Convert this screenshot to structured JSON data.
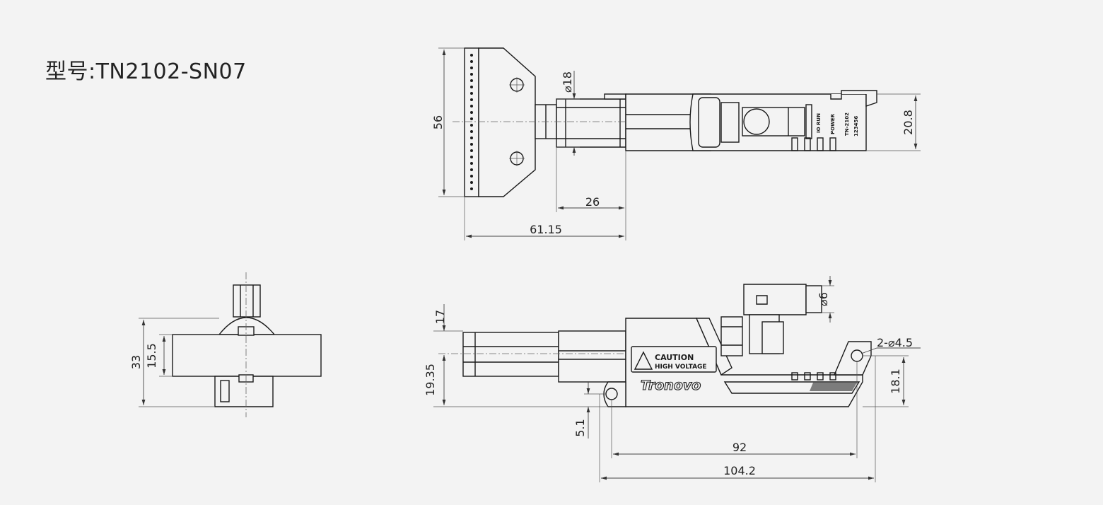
{
  "title": "型号:TN2102-SN07",
  "dimensions": {
    "top_height": "56",
    "top_diameter": "⌀18",
    "top_26": "26",
    "top_61": "61.15",
    "top_right": "20.8",
    "end_33": "33",
    "end_15": "15.5",
    "side_17": "17",
    "side_19": "19.35",
    "side_5": "5.1",
    "side_92": "92",
    "side_104": "104.2",
    "side_18": "18.1",
    "side_phi6": "⌀6",
    "side_holes": "2-⌀4.5"
  },
  "labels": {
    "caution": "CAUTION",
    "high_voltage": "HIGH VOLTAGE",
    "brand": "Tronovo",
    "io_run": "IO RUN",
    "power": "POWER",
    "model_code": "TN-2102",
    "digits": "123456"
  }
}
